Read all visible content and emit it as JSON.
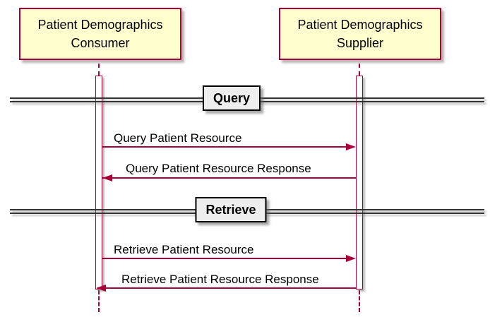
{
  "diagram": {
    "type": "sequence-diagram",
    "participants": [
      {
        "id": "consumer",
        "label": "Patient Demographics Consumer"
      },
      {
        "id": "supplier",
        "label": "Patient Demographics Supplier"
      }
    ],
    "dividers": [
      {
        "label": "Query"
      },
      {
        "label": "Retrieve"
      }
    ],
    "messages": [
      {
        "label": "Query Patient Resource",
        "from": "Patient Demographics Consumer",
        "to": "Patient Demographics Supplier",
        "direction": "right"
      },
      {
        "label": "Query Patient Resource Response",
        "from": "Patient Demographics Supplier",
        "to": "Patient Demographics Consumer",
        "direction": "left"
      },
      {
        "label": "Retrieve Patient Resource",
        "from": "Patient Demographics Consumer",
        "to": "Patient Demographics Supplier",
        "direction": "right"
      },
      {
        "label": "Retrieve Patient Resource Response",
        "from": "Patient Demographics Supplier",
        "to": "Patient Demographics Consumer",
        "direction": "left"
      }
    ],
    "colors": {
      "accent": "#a80036",
      "participant_fill": "#fefece",
      "divider_fill": "#eeeeee",
      "divider_line": "#333333",
      "text": "#000000",
      "background": "#ffffff"
    }
  }
}
